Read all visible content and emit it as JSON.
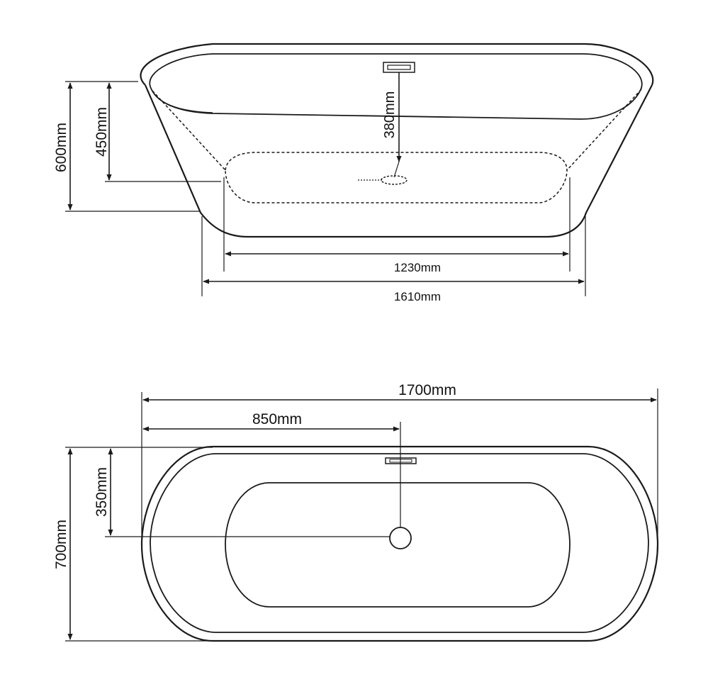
{
  "side_view": {
    "height_total": "600mm",
    "height_inner": "450mm",
    "drain_depth": "380mm",
    "bottom_length": "1230mm",
    "base_length": "1610mm"
  },
  "top_view": {
    "overall_length": "1700mm",
    "drain_offset": "850mm",
    "half_width": "350mm",
    "overall_width": "700mm"
  },
  "colors": {
    "line": "#1a1a1a",
    "text": "#111111",
    "background": "#ffffff"
  }
}
